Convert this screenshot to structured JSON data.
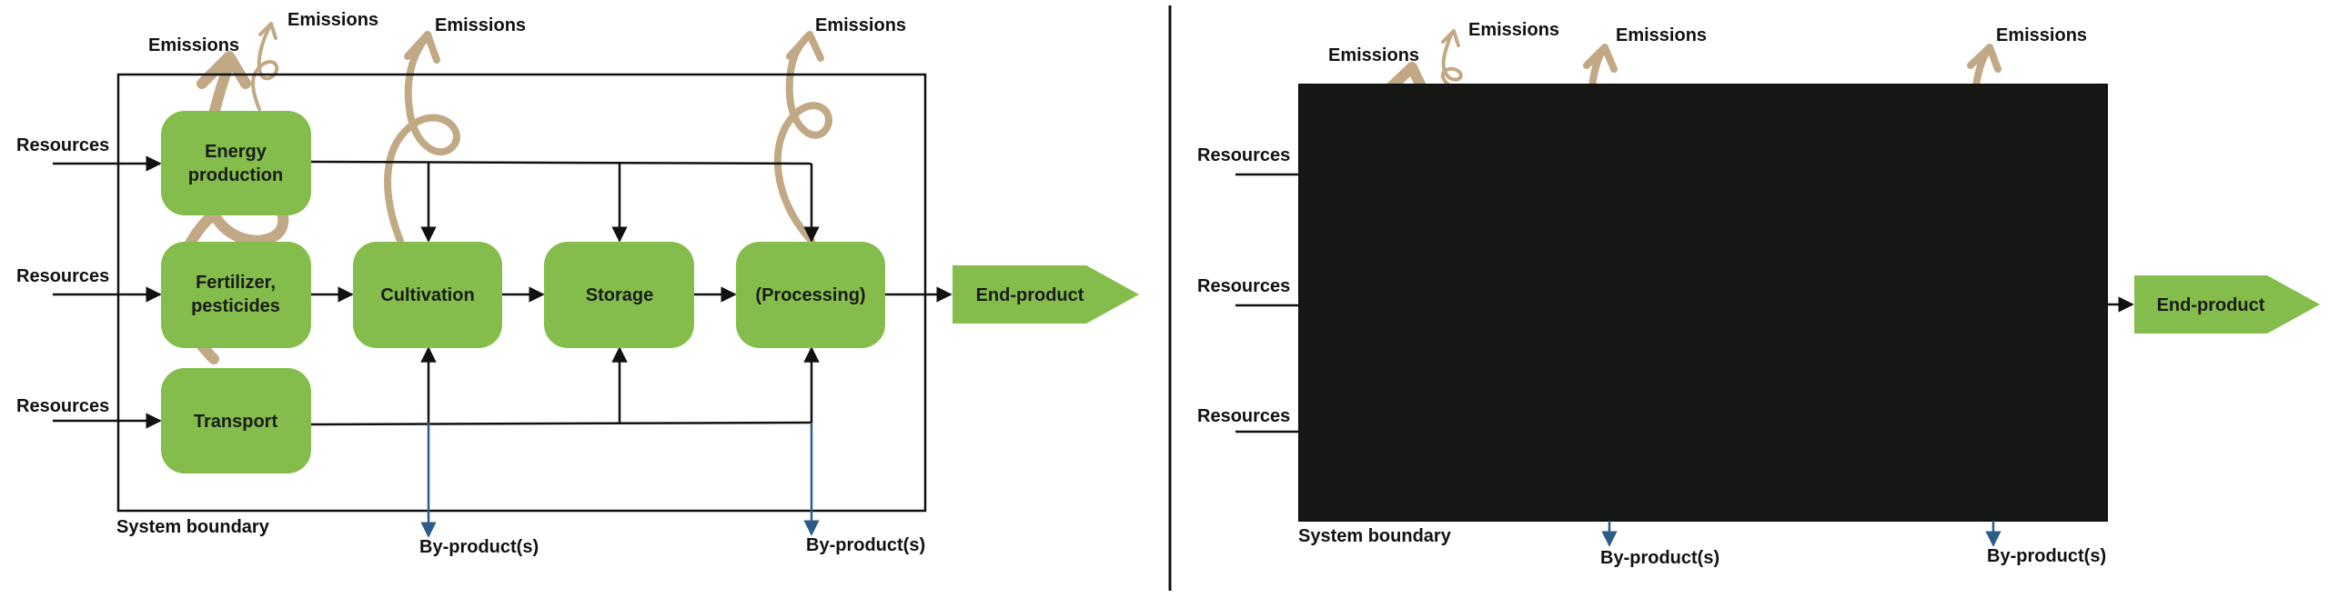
{
  "colors": {
    "node_green": "#84BD4B",
    "emission_tan": "#C2A986",
    "byproduct_blue": "#2B5C8A",
    "black_box": "#161815",
    "line": "#111111"
  },
  "left": {
    "boundary_label": "System boundary",
    "resources": [
      "Resources",
      "Resources",
      "Resources"
    ],
    "emissions": [
      "Emissions",
      "Emissions",
      "Emissions",
      "Emissions"
    ],
    "nodes": {
      "energy": [
        "Energy",
        "production"
      ],
      "fertilizer": [
        "Fertilizer,",
        "pesticides"
      ],
      "transport": "Transport",
      "cultivation": "Cultivation",
      "storage": "Storage",
      "processing": "(Processing)"
    },
    "end_product": "End-product",
    "byproducts": [
      "By-product(s)",
      "By-product(s)"
    ]
  },
  "right": {
    "boundary_label": "System boundary",
    "resources": [
      "Resources",
      "Resources",
      "Resources"
    ],
    "emissions": [
      "Emissions",
      "Emissions",
      "Emissions",
      "Emissions"
    ],
    "end_product": "End-product",
    "byproducts": [
      "By-product(s)",
      "By-product(s)"
    ]
  }
}
